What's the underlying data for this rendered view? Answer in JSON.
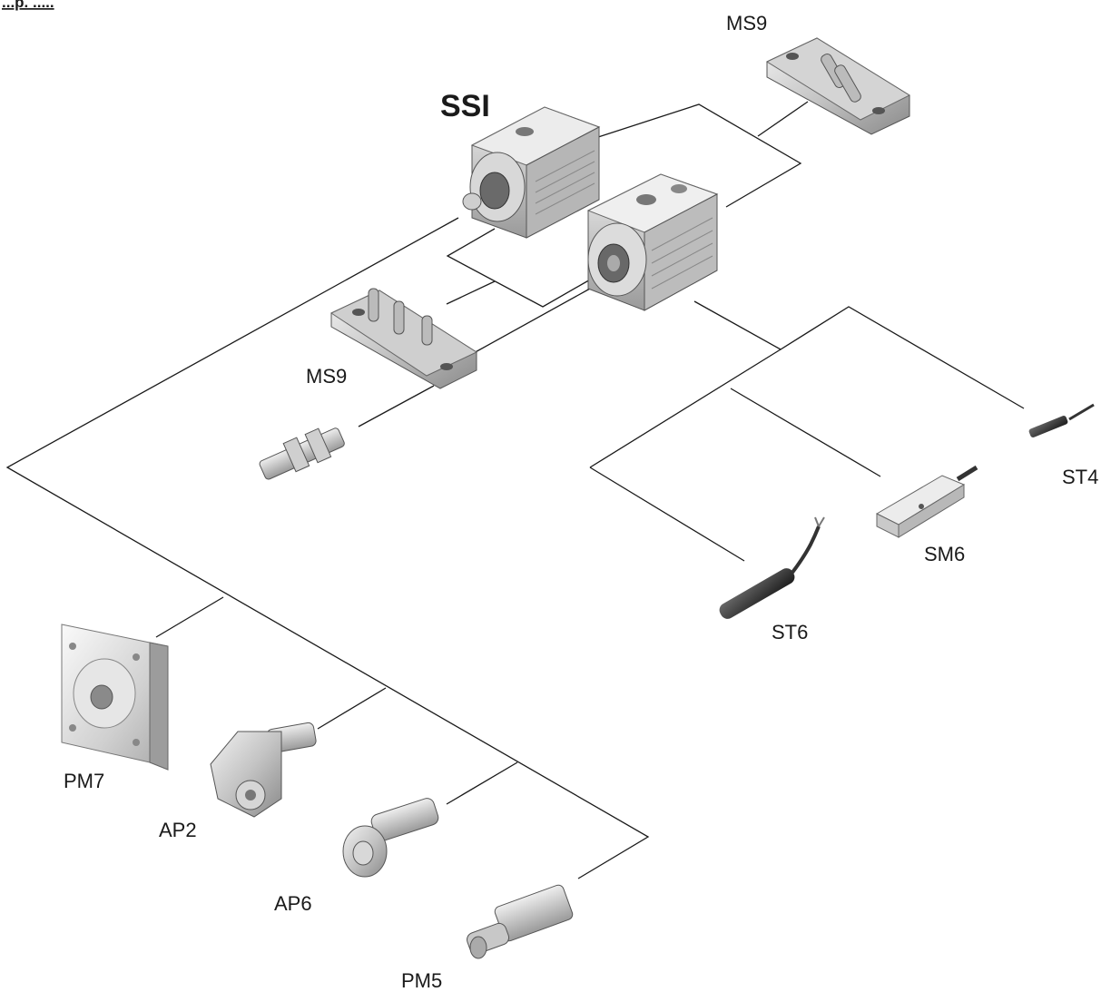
{
  "header": "...p. .....",
  "title": "SSI",
  "labels": {
    "ms9_top": "MS9",
    "ms9_mid": "MS9",
    "st4": "ST4",
    "sm6": "SM6",
    "st6": "ST6",
    "pm7": "PM7",
    "ap2": "AP2",
    "ap6": "AP6",
    "pm5": "PM5"
  }
}
